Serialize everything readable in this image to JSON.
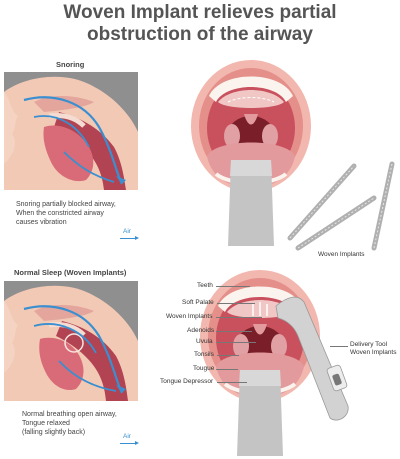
{
  "title": {
    "line1": "Woven Implant relieves partial",
    "line2": "obstruction of the airway"
  },
  "panels": {
    "snoring": {
      "title": "Snoring",
      "caption": [
        "Snoring partially blocked airway,",
        "When the constricted airway",
        "causes vibration"
      ],
      "air_label": "Air"
    },
    "normal": {
      "title": "Normal Sleep (Woven Implants)",
      "caption": [
        "Normal breathing open airway,",
        "Tongue relaxed",
        "(falling slightly back)"
      ],
      "air_label": "Air"
    }
  },
  "implants_label": "Woven Implants",
  "labels": {
    "teeth": "Teeth",
    "soft_palate": "Soft Palate",
    "woven_implants": "Woven Implants",
    "adenoids": "Adenoids",
    "uvula": "Uvula",
    "tonsils": "Tonsils",
    "tougue": "Tougue",
    "tongue_depressor": "Tongue Depressor",
    "delivery_tool": [
      "Delivery Tool",
      "Woven Implants"
    ]
  },
  "colors": {
    "airflow": "#3a8fd0",
    "skin": "#f2c9b5",
    "lip": "#e48f8a",
    "mouth_inner": "#c9505d",
    "throat": "#7a1f2a",
    "tongue": "#e39a9d",
    "panel_bg": "#8f8f8f",
    "tool": "#c4c4c4"
  }
}
